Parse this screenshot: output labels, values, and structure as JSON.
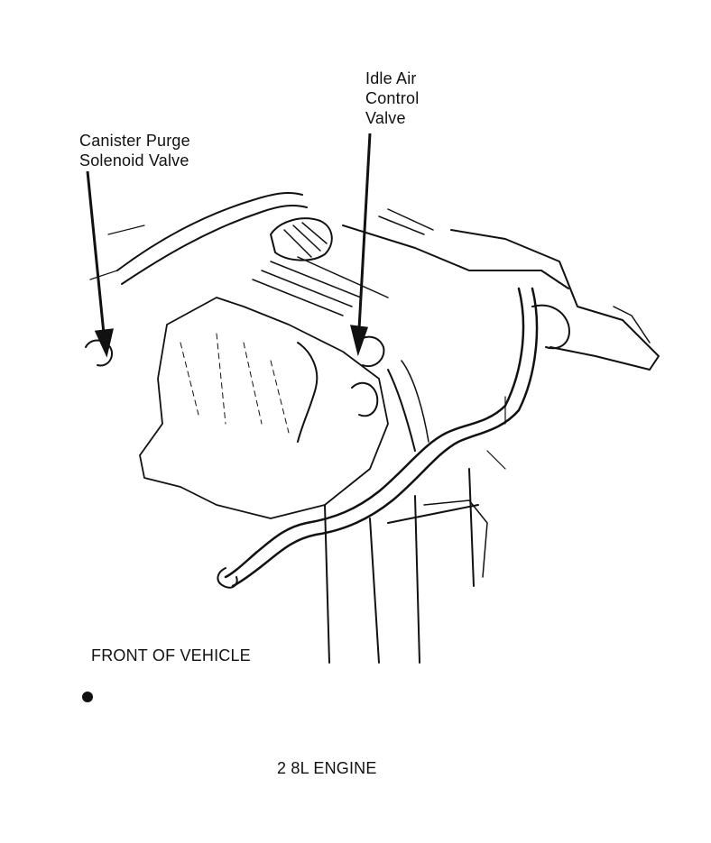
{
  "labels": {
    "canister_purge": [
      "Canister Purge",
      "Solenoid Valve"
    ],
    "idle_air_control": [
      "Idle Air",
      "Control",
      "Valve"
    ],
    "front_of_vehicle": "FRONT OF VEHICLE",
    "engine": "2 8L ENGINE"
  },
  "colors": {
    "ink": "#111111",
    "paper": "#ffffff"
  }
}
